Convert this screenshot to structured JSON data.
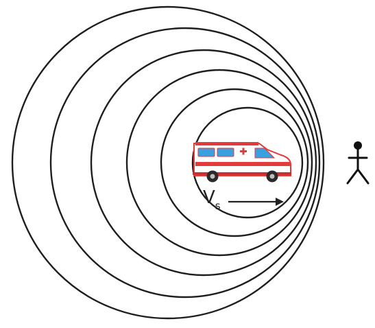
{
  "diagram": {
    "velocity_symbol": "V",
    "velocity_subscript": "s",
    "wave_count": 6,
    "colors": {
      "wave": "#1e1e1e",
      "vehicle_red": "#e23b3b",
      "vehicle_window": "#3aa0e0",
      "person": "#111111"
    },
    "icons": [
      "ambulance-icon",
      "velocity-arrow",
      "observer-person-icon"
    ]
  }
}
